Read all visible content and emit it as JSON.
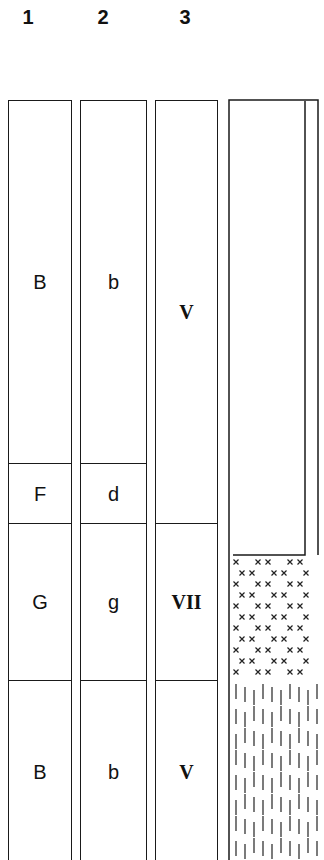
{
  "diagram": {
    "nodes": [
      {
        "text": [
          "B"
        ]
      },
      {
        "text": [
          "b"
        ]
      },
      {
        "text": [
          "V"
        ]
      },
      {
        "text": [
          "F"
        ]
      },
      {
        "text": [
          "d"
        ]
      },
      {
        "text": [
          "G"
        ]
      },
      {
        "text": [
          "g"
        ]
      },
      {
        "text": [
          "VII"
        ]
      },
      {
        "text": [
          "B"
        ]
      },
      {
        "text": [
          "b"
        ]
      },
      {
        "text": [
          "V"
        ]
      }
    ],
    "labels": [
      "1",
      "2",
      "3"
    ]
  }
}
